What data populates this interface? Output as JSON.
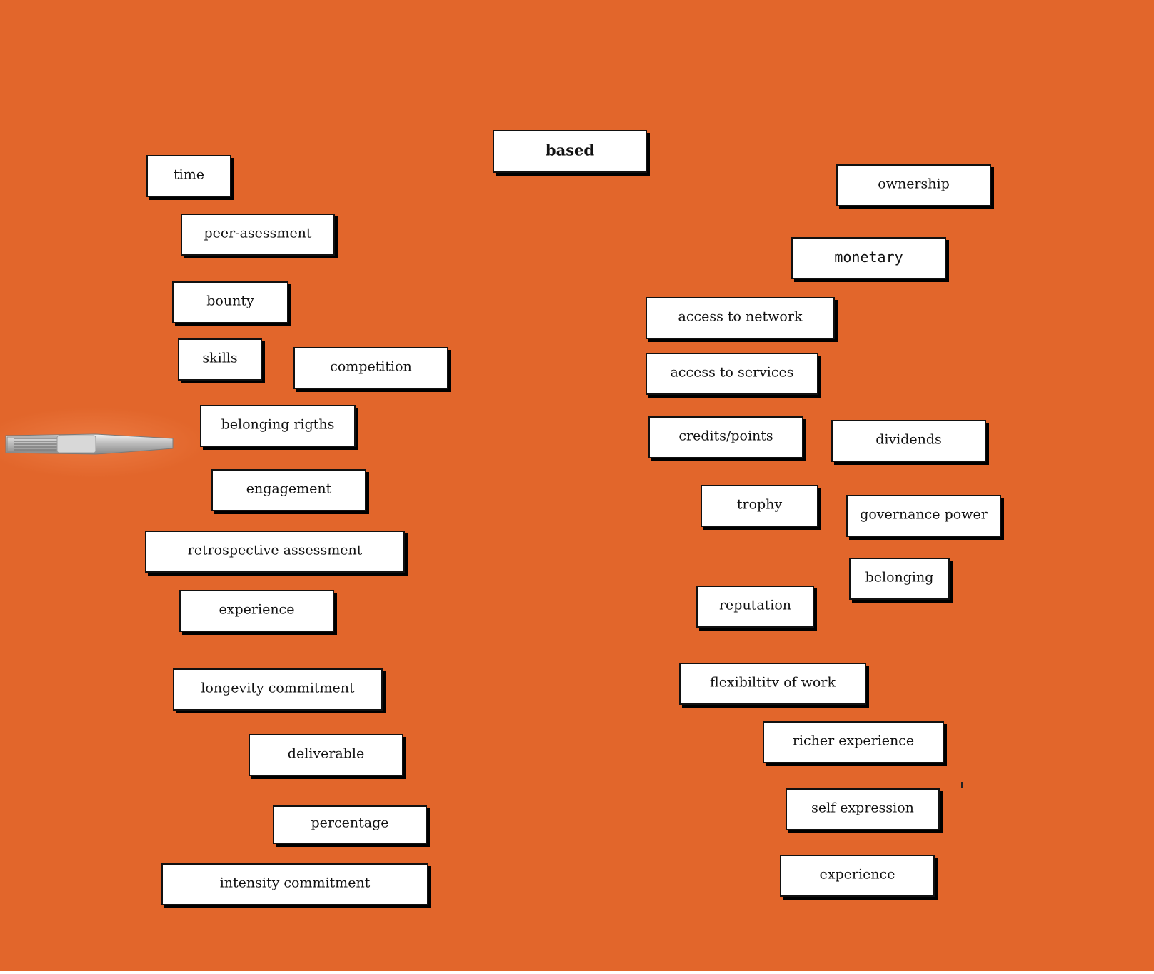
{
  "colors": {
    "background": "#E2662B",
    "card": "#FFFFFF",
    "border": "#111111"
  },
  "icons": {
    "pointer": "usb-stick-icon"
  },
  "header": {
    "label": "based"
  },
  "left_column": [
    "time",
    "peer-asessment",
    "bounty",
    "skills",
    "competition",
    "belonging rigths",
    "engagement",
    "retrospective assessment",
    "experience",
    "longevity commitment",
    "deliverable",
    "percentage",
    "intensity commitment"
  ],
  "right_column": [
    "ownership",
    "monetary",
    "access to network",
    "access to services",
    "credits/points",
    "dividends",
    "trophy",
    "governance power",
    "belonging",
    "reputation",
    "flexibiltitv of work",
    "richer experience",
    "self expression",
    "experience"
  ]
}
